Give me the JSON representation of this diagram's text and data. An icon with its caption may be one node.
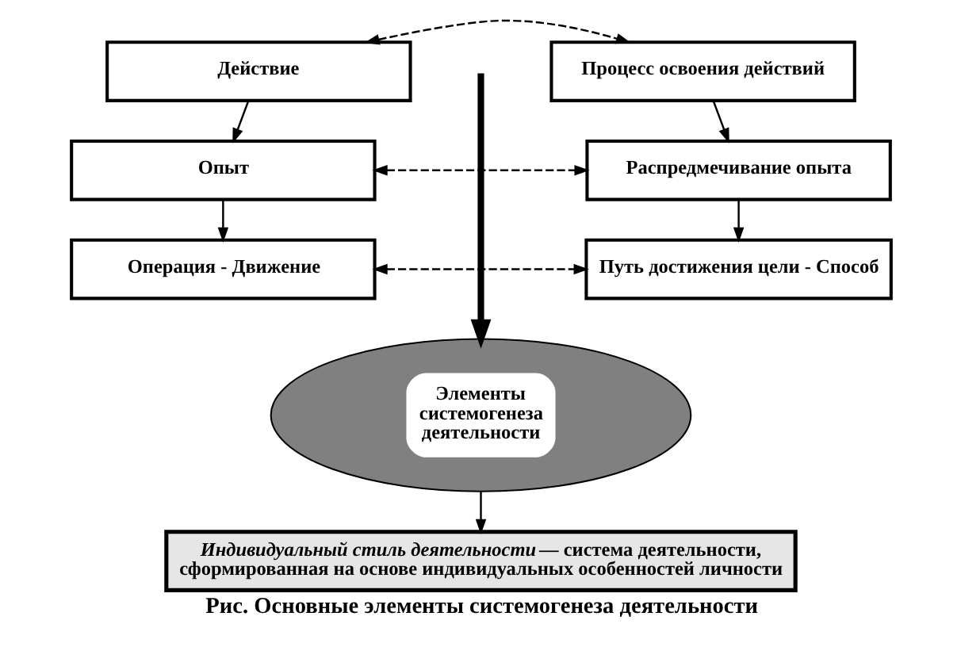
{
  "diagram": {
    "caption": "Рис. Основные элементы системогенеза деятельности",
    "nodes": [
      {
        "text": [
          "Действие"
        ]
      },
      {
        "text": [
          "Процесс освоения действий"
        ]
      },
      {
        "text": [
          "Опыт"
        ]
      },
      {
        "text": [
          "Распредмечивание опыта"
        ]
      },
      {
        "text": [
          "Операция - Движение"
        ]
      },
      {
        "text": [
          "Путь достижения цели - Способ"
        ]
      },
      {
        "text": [
          "Элементы системогенеза деятельности"
        ]
      },
      {
        "text": [
          "*Индивидуальный стиль деятельности* — система деятельности, сформированная на основе индивидуальных особенностей личности"
        ]
      }
    ],
    "edges": [
      {
        "from": 0,
        "to": 1,
        "arrow": "both",
        "style": "dashed"
      },
      {
        "from": 2,
        "to": 3,
        "arrow": "both",
        "style": "dashed"
      },
      {
        "from": 4,
        "to": 5,
        "arrow": "both",
        "style": "dashed"
      },
      {
        "from": 0,
        "to": 2,
        "arrow": "to"
      },
      {
        "from": 2,
        "to": 4,
        "arrow": "to"
      },
      {
        "from": 1,
        "to": 3,
        "arrow": "to"
      },
      {
        "from": 3,
        "to": 5,
        "arrow": "to"
      },
      {
        "from": null,
        "to": 6,
        "arrow": "to",
        "style": "thick"
      },
      {
        "from": 6,
        "to": 7,
        "arrow": "to"
      }
    ]
  }
}
